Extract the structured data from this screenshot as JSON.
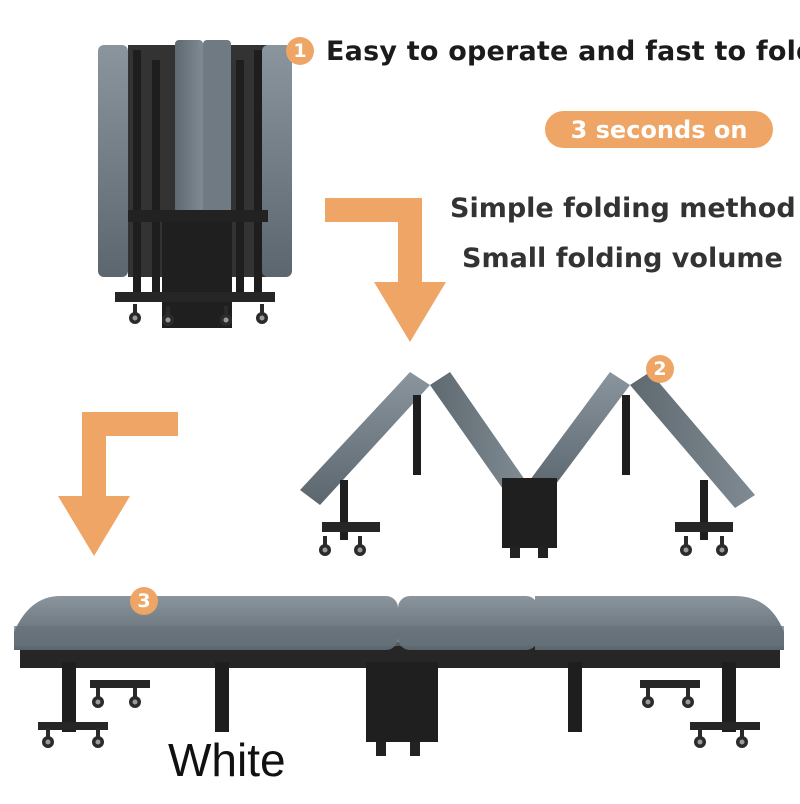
{
  "headline": "Easy to operate and fast to fold",
  "badge_text": "3 seconds on",
  "feature_lines": [
    "Simple folding method",
    "Small folding volume"
  ],
  "steps": [
    "1",
    "2",
    "3"
  ],
  "caption": "White",
  "colors": {
    "accent": "#eea565",
    "cushion": "#6b7780",
    "frame": "#1e1e1e",
    "text": "#1b1b1b"
  },
  "icons": [
    "arrow-down-right-icon",
    "arrow-down-left-icon",
    "caster-wheel-icon"
  ]
}
